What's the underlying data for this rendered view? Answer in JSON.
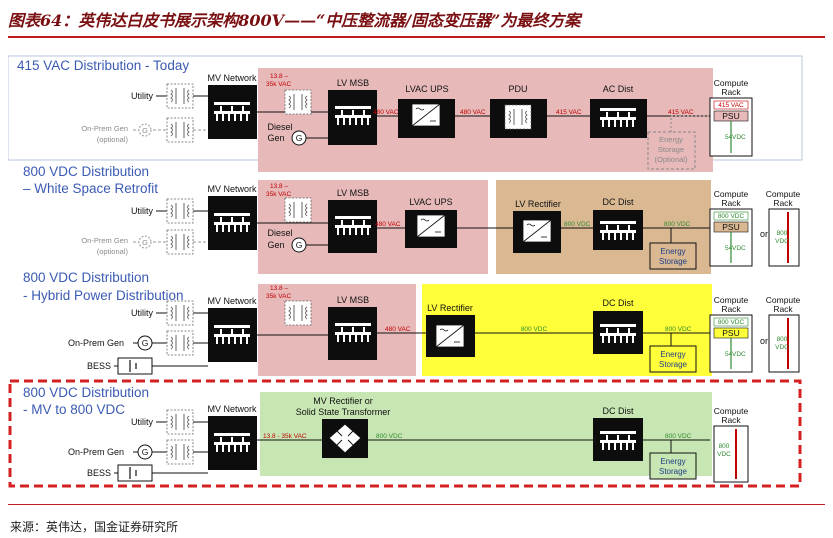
{
  "header": {
    "title": "图表64：英伟达白皮书展示架构800V——“中压整流器/固态变压器”为最终方案"
  },
  "footer": {
    "source": "来源：英伟达，国金证券研究所"
  },
  "sections": [
    {
      "title": "415 VAC Distribution - Today"
    },
    {
      "title_line1": "800 VDC Distribution",
      "title_line2": "– White Space Retrofit"
    },
    {
      "title_line1": "800 VDC Distribution",
      "title_line2": "- Hybrid Power Distribution"
    },
    {
      "title_line1": "800 VDC Distribution",
      "title_line2": "- MV to 800 VDC"
    }
  ],
  "labels": {
    "utility": "Utility",
    "onprem_gen_1": "On-Prem Gen",
    "optional_paren": "(optional)",
    "onprem_gen_2": "On-Prem Gen",
    "bess": "BESS",
    "mv_network": "MV Network",
    "kv_line1": "13.8 –",
    "kv_line2": "35k VAC",
    "kv_inline": "13.8 - 35k VAC",
    "lv_msb": "LV MSB",
    "diesel": "Diesel",
    "gen": "Gen",
    "lvac_ups": "LVAC UPS",
    "pdu": "PDU",
    "ac_dist": "AC Dist",
    "dc_dist": "DC Dist",
    "lv_rectifier": "LV Rectifier",
    "mv_rectifier_line1": "MV Rectifier or",
    "mv_rectifier_line2": "Solid State Transformer",
    "energy": "Energy",
    "storage": "Storage",
    "storage_optional": "(Optional)",
    "compute": "Compute",
    "rack": "Rack",
    "psu": "PSU",
    "or": "or",
    "v480ac": "480 VAC",
    "v415ac": "415 VAC",
    "v800dc": "800 VDC",
    "v54": "54",
    "vdc": "VDC",
    "v800": "800",
    "g": "G"
  },
  "colors": {
    "title_red": "#7a0f12",
    "rule_red": "#c21b1f",
    "section_blue": "#3b5bb3",
    "pink_zone": "#e7b9b9",
    "tan_zone": "#d9b892",
    "yellow_zone": "#ffff3a",
    "green_zone": "#c7e6b3",
    "dark_box": "#0d0d0d",
    "storage_blue": "#1f3f86",
    "dashed_highlight": "#d42020"
  }
}
